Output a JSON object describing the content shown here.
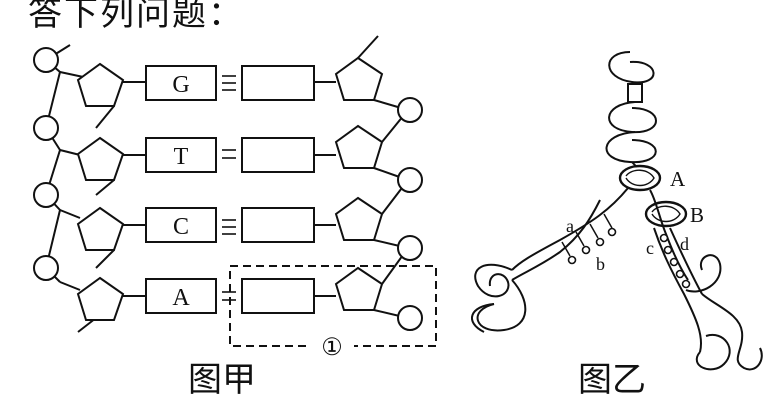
{
  "heading": "答下列问题：",
  "figure_a": {
    "caption": "图甲",
    "bases": [
      "G",
      "T",
      "C",
      "A"
    ],
    "region_label": "①"
  },
  "figure_b": {
    "caption": "图乙",
    "labels": {
      "A": "A",
      "B": "B",
      "a": "a",
      "b": "b",
      "c": "c",
      "d": "d"
    }
  }
}
